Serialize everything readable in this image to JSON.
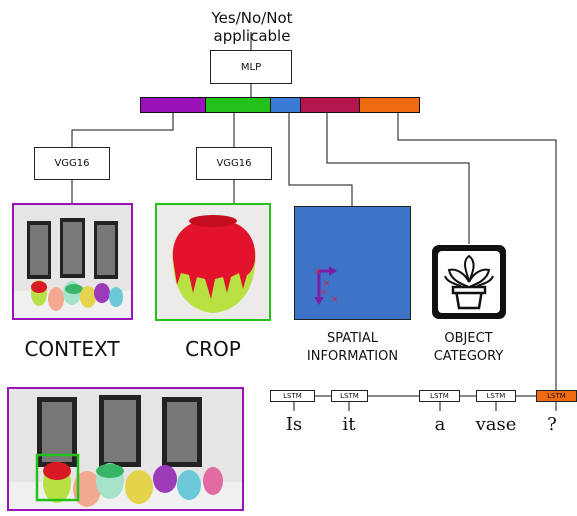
{
  "diagram": {
    "output_label": "Yes/No/Not applicable",
    "mlp_label": "MLP",
    "vgg_context_label": "VGG16",
    "vgg_crop_label": "VGG16",
    "context_label": "CONTEXT",
    "crop_label": "CROP",
    "spatial_label_line1": "SPATIAL",
    "spatial_label_line2": "INFORMATION",
    "category_label_line1": "OBJECT",
    "category_label_line2": "CATEGORY",
    "lstm_label": "LSTM",
    "question_words": [
      "Is",
      "it",
      "a",
      "vase",
      "?"
    ],
    "colors": {
      "purple": "#9b12b8",
      "green": "#23c21b",
      "blue": "#3a7bd6",
      "crimson": "#b5154e",
      "orange": "#f06a12",
      "spatial_bg": "#3d74c8"
    }
  }
}
